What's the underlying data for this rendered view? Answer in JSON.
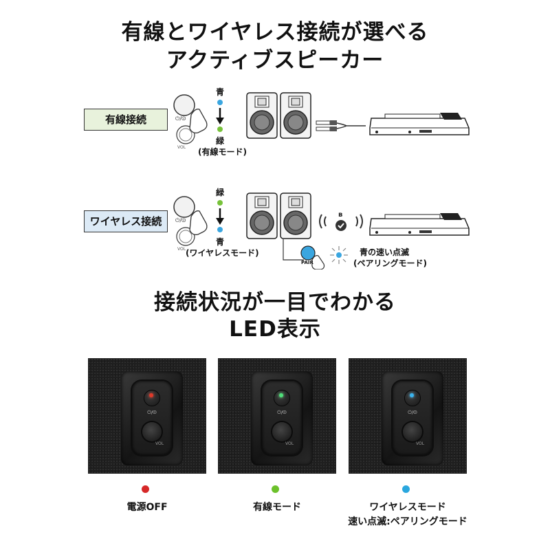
{
  "headline1": {
    "line1": "有線とワイヤレス接続が選べる",
    "line2": "アクティブスピーカー"
  },
  "wired": {
    "tag": "有線接続",
    "from_color": "青",
    "to_color": "緑",
    "mode": "(有線モード)"
  },
  "wireless": {
    "tag": "ワイヤレス接続",
    "from_color": "緑",
    "to_color": "青",
    "mode": "(ワイヤレスモード)",
    "pair_label": "PAIR",
    "blink_title": "青の速い点滅",
    "blink_mode": "(ペアリングモード)"
  },
  "panel_labels": {
    "power": "⏻/⏼",
    "vol": "VOL"
  },
  "headline2": {
    "line1": "接続状況が一目でわかる",
    "line2": "LED表示"
  },
  "status": [
    {
      "label": "電源OFF",
      "sub": "",
      "color": "#d62828"
    },
    {
      "label": "有線モード",
      "sub": "",
      "color": "#6cc12b"
    },
    {
      "label": "ワイヤレスモード",
      "sub": "速い点滅:ペアリングモード",
      "color": "#2aa7de"
    }
  ],
  "colors": {
    "blue_led": "#3aa6e0",
    "green_led": "#77c23a",
    "tag_wired_bg": "#e8f2dc",
    "tag_wireless_bg": "#dceaf6"
  }
}
